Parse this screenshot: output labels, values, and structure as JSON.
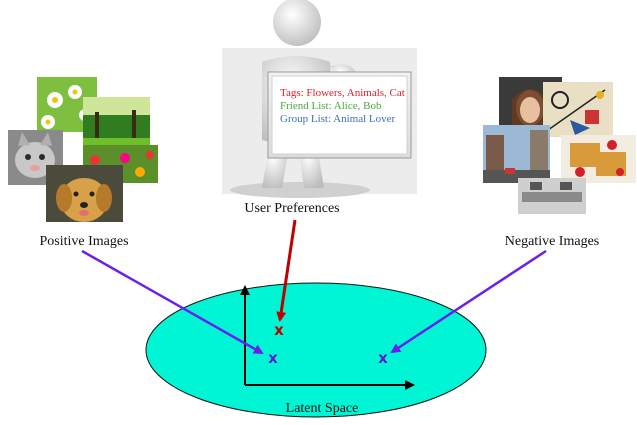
{
  "preferences_card": {
    "tags": "Tags: Flowers, Animals, Cat",
    "friends": "Friend List: Alice, Bob",
    "groups": "Group List: Animal Lover"
  },
  "labels": {
    "user_preferences": "User Preferences",
    "positive_images": "Positive Images",
    "negative_images": "Negative Images",
    "latent_space": "Latent Space"
  },
  "markers": {
    "user": "x",
    "positive": "x",
    "negative": "x"
  },
  "colors": {
    "latent_fill": "#00f5d4",
    "tags_text": "#e0202a",
    "friends_text": "#4aa83a",
    "groups_text": "#3a6fc7",
    "user_arrow": "#c00000",
    "image_arrow": "#6a1ff0",
    "positive_marker": "#5a1fd0",
    "user_marker": "#c00000"
  },
  "icons": {
    "user_figure": "person-holding-board-icon",
    "positive_photos": [
      "daisies-photo",
      "forest-photo",
      "kitten-photo",
      "flowers-photo",
      "dog-photo"
    ],
    "negative_photos": [
      "portrait-photo",
      "abstract-art-photo",
      "street-photo",
      "waffle-photo",
      "office-photo"
    ]
  }
}
